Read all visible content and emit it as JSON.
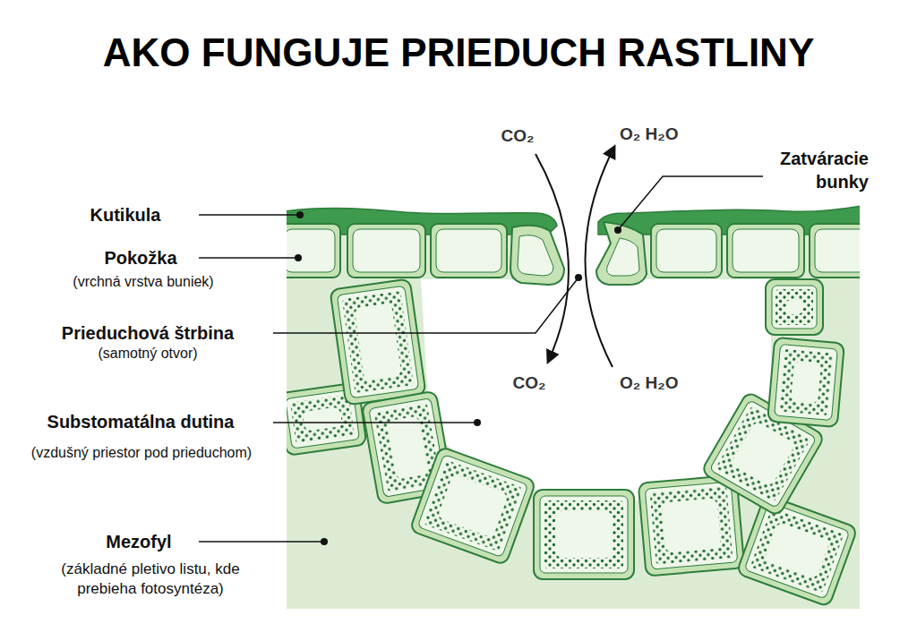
{
  "diagram": {
    "title": "AKO FUNGUJE PRIEDUCH RASTLINY",
    "labels": [
      "Kutikula",
      "Pokožka",
      "(vrchná vrstva buniek)",
      "Prieduchová štrbina",
      "(samotný otvor)",
      "Substomatálna dutina",
      "(vzdušný priestor pod prieduchom)",
      "Mezofyl",
      "(základné pletivo listu, kde prebieha fotosyntéza)",
      "Zatváracie bunky",
      "CO₂",
      "O₂ H₂O",
      "CO₂",
      "O₂ H₂O"
    ]
  }
}
